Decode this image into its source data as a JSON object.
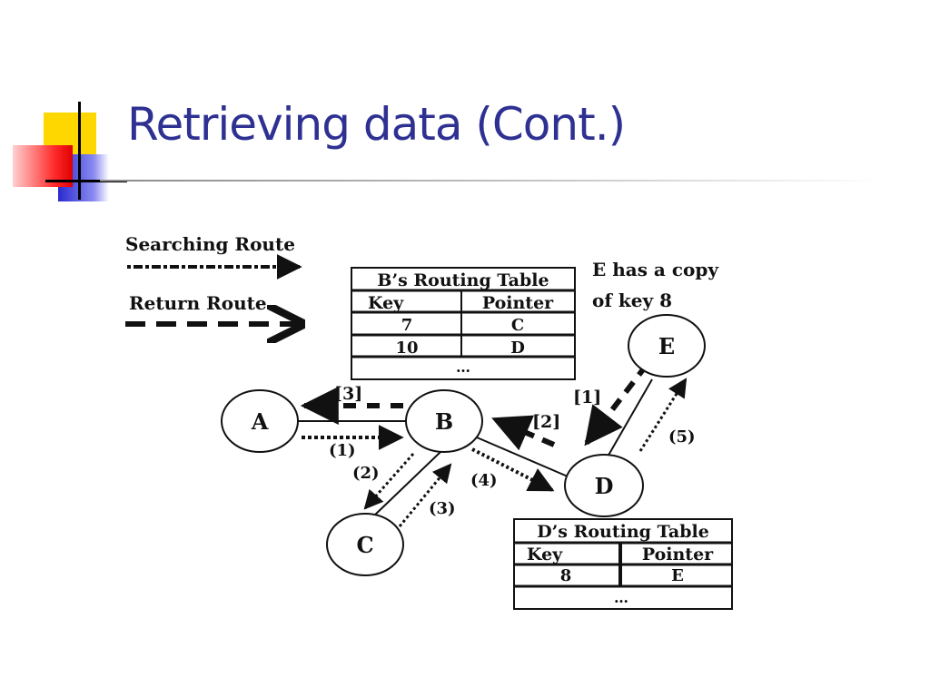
{
  "slide": {
    "title": "Retrieving data (Cont.)"
  },
  "legend": {
    "searching_label": "Searching Route",
    "return_label": "Return Route"
  },
  "note": {
    "line1": "E has a copy",
    "line2": "of key 8"
  },
  "nodes": {
    "a": "A",
    "b": "B",
    "c": "C",
    "d": "D",
    "e": "E"
  },
  "b_table": {
    "title": "B’s Routing Table",
    "headers": [
      "Key",
      "Pointer"
    ],
    "rows": [
      [
        "7",
        "C"
      ],
      [
        "10",
        "D"
      ]
    ],
    "ellipsis": "…"
  },
  "d_table": {
    "title": "D’s Routing Table",
    "headers": [
      "Key",
      "Pointer"
    ],
    "rows": [
      [
        "8",
        "E"
      ]
    ],
    "ellipsis": "…"
  },
  "step_labels": {
    "s1": "(1)",
    "s2": "(2)",
    "s3": "(3)",
    "s4": "(4)",
    "s5": "(5)",
    "r1": "[1]",
    "r2": "[2]",
    "r3": "[3]"
  },
  "colors": {
    "title": "#2e3192",
    "deco_yellow": "#ffd700",
    "deco_red": "#ff3030",
    "deco_blue": "#3333cc"
  }
}
